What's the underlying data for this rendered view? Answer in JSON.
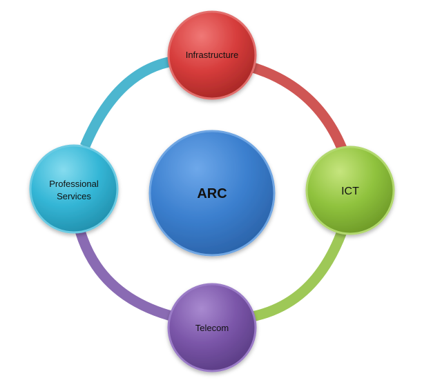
{
  "diagram": {
    "center": {
      "label": "ARC",
      "color": "#3b7fce"
    },
    "nodes": [
      {
        "id": "infrastructure",
        "label_lines": [
          "Infrastructure"
        ],
        "color": "#d63c3b"
      },
      {
        "id": "ict",
        "label_lines": [
          "ICT"
        ],
        "color": "#8fc23d"
      },
      {
        "id": "telecom",
        "label_lines": [
          "Telecom"
        ],
        "color": "#7a55a8"
      },
      {
        "id": "professional-services",
        "label_lines": [
          "Professional",
          "Services"
        ],
        "color": "#34b6d6"
      }
    ],
    "ring_arcs": [
      {
        "from": "professional-services",
        "to": "infrastructure",
        "color": "#4cb6cf"
      },
      {
        "from": "infrastructure",
        "to": "ict",
        "color": "#cf5654"
      },
      {
        "from": "ict",
        "to": "telecom",
        "color": "#9ec857"
      },
      {
        "from": "telecom",
        "to": "professional-services",
        "color": "#8a6bb3"
      }
    ]
  }
}
